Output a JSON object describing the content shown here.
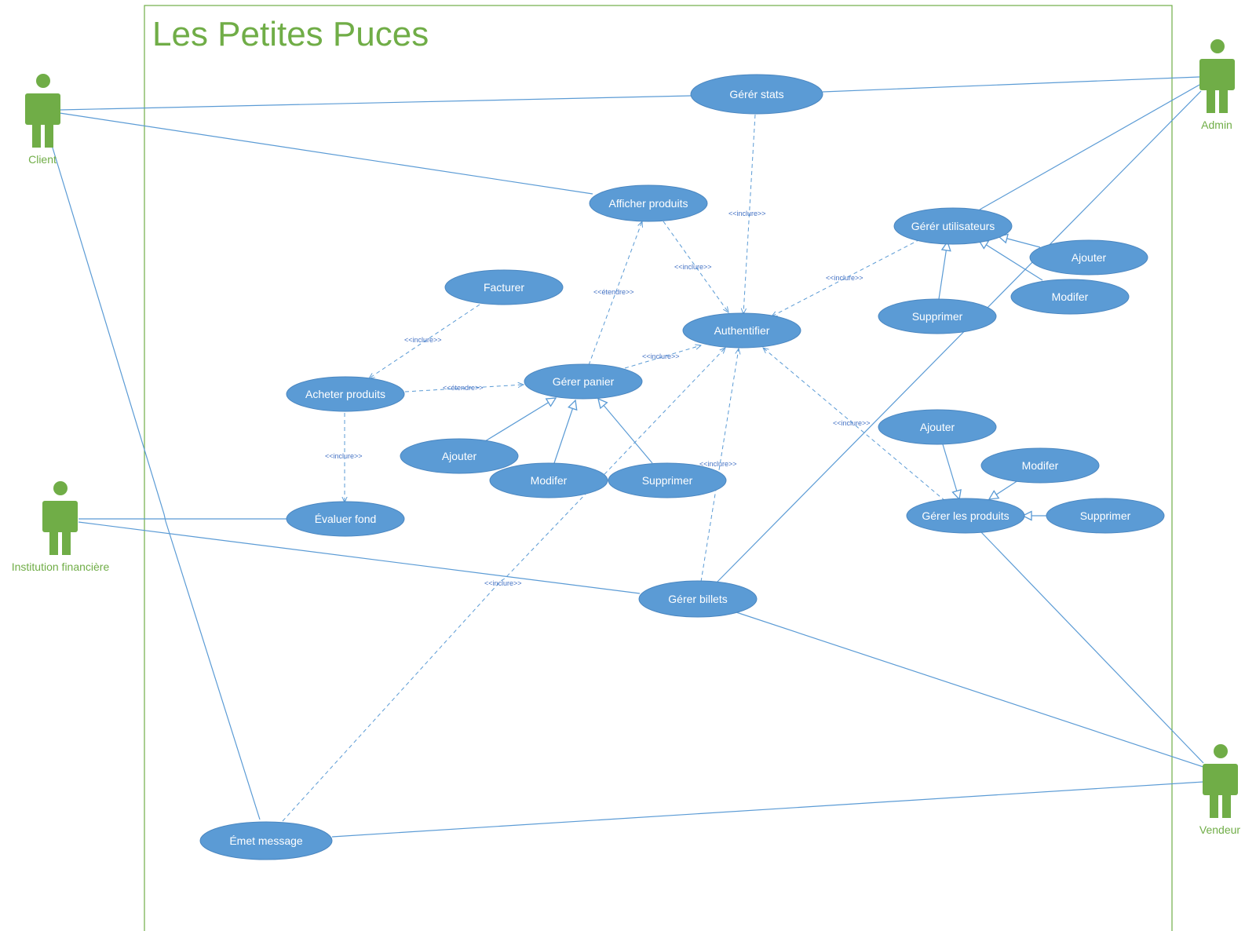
{
  "system": {
    "title": "Les Petites Puces"
  },
  "colors": {
    "usecase": "#5B9BD5",
    "actor": "#70AD47",
    "line": "#5B9BD5",
    "label": "#4472C4",
    "border": "#70AD47"
  },
  "actors": {
    "client": "Client",
    "admin": "Admin",
    "institution": "Institution financière",
    "vendeur": "Vendeur"
  },
  "usecases": {
    "gerer_stats": "Gérér stats",
    "afficher_produits": "Afficher produits",
    "gerer_utilisateurs": "Gérér utilisateurs",
    "ajouter_user": "Ajouter",
    "modifier_user": "Modifer",
    "supprimer_user": "Supprimer",
    "facturer": "Facturer",
    "authentifier": "Authentifier",
    "acheter_produits": "Acheter produits",
    "gerer_panier": "Gérer panier",
    "ajouter_panier": "Ajouter",
    "modifier_panier": "Modifer",
    "supprimer_panier": "Supprimer",
    "evaluer_fond": "Évaluer fond",
    "ajouter_produit": "Ajouter",
    "modifier_produit": "Modifer",
    "gerer_produits": "Gérer les produits",
    "supprimer_produit": "Supprimer",
    "gerer_billets": "Gérer billets",
    "emet_message": "Émet message"
  },
  "relations": {
    "include": "<<inclure>>",
    "extend": "<<étendre>>"
  }
}
